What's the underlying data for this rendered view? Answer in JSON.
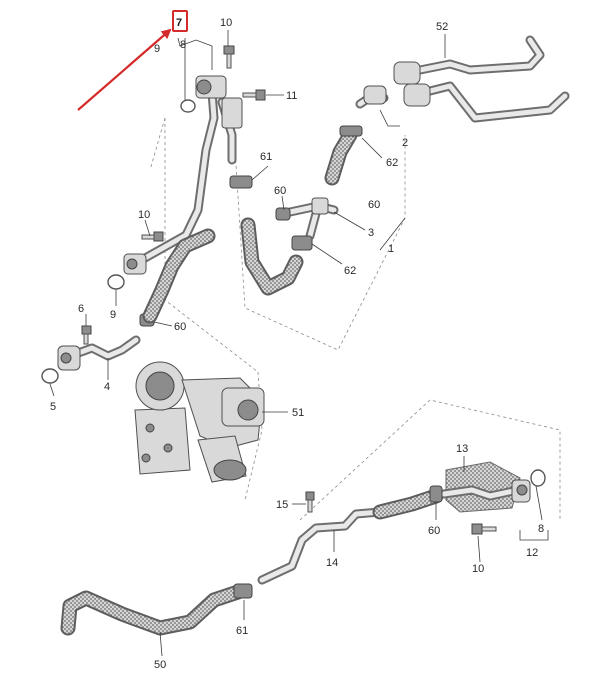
{
  "diagram": {
    "highlight": {
      "label": "7",
      "color": "#d42a2a"
    },
    "arrow_color": "#d42a2a",
    "callouts": [
      {
        "id": "c-7",
        "text": "7"
      },
      {
        "id": "c-8a",
        "text": "8"
      },
      {
        "id": "c-9a",
        "text": "9"
      },
      {
        "id": "c-10a",
        "text": "10"
      },
      {
        "id": "c-11",
        "text": "11"
      },
      {
        "id": "c-52",
        "text": "52"
      },
      {
        "id": "c-2",
        "text": "2"
      },
      {
        "id": "c-62a",
        "text": "62"
      },
      {
        "id": "c-61a",
        "text": "61"
      },
      {
        "id": "c-60a",
        "text": "60"
      },
      {
        "id": "c-60b",
        "text": "60"
      },
      {
        "id": "c-3",
        "text": "3"
      },
      {
        "id": "c-1",
        "text": "1"
      },
      {
        "id": "c-62b",
        "text": "62"
      },
      {
        "id": "c-10b",
        "text": "10"
      },
      {
        "id": "c-9b",
        "text": "9"
      },
      {
        "id": "c-60c",
        "text": "60"
      },
      {
        "id": "c-6",
        "text": "6"
      },
      {
        "id": "c-4",
        "text": "4"
      },
      {
        "id": "c-5",
        "text": "5"
      },
      {
        "id": "c-51",
        "text": "51"
      },
      {
        "id": "c-13",
        "text": "13"
      },
      {
        "id": "c-15",
        "text": "15"
      },
      {
        "id": "c-60d",
        "text": "60"
      },
      {
        "id": "c-8b",
        "text": "8"
      },
      {
        "id": "c-12",
        "text": "12"
      },
      {
        "id": "c-14",
        "text": "14"
      },
      {
        "id": "c-10c",
        "text": "10"
      },
      {
        "id": "c-61b",
        "text": "61"
      },
      {
        "id": "c-50",
        "text": "50"
      }
    ]
  }
}
